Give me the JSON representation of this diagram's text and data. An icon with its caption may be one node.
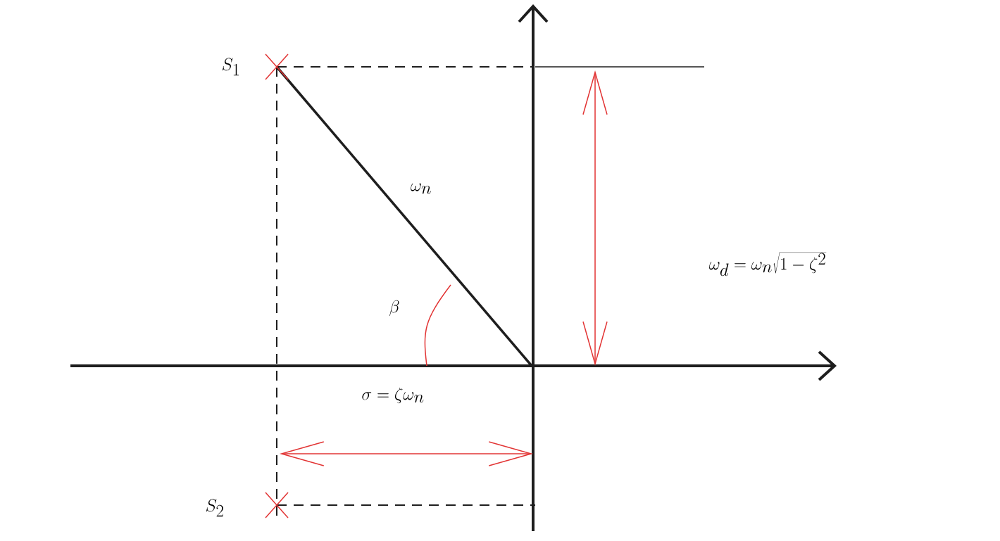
{
  "diagram": {
    "labels": [
      "S_1",
      "S_2",
      "\\omega_n",
      "\\beta",
      "\\omega_d = \\omega_n\\sqrt{1-\\zeta^2}",
      "\\sigma = \\zeta\\omega_n"
    ]
  }
}
